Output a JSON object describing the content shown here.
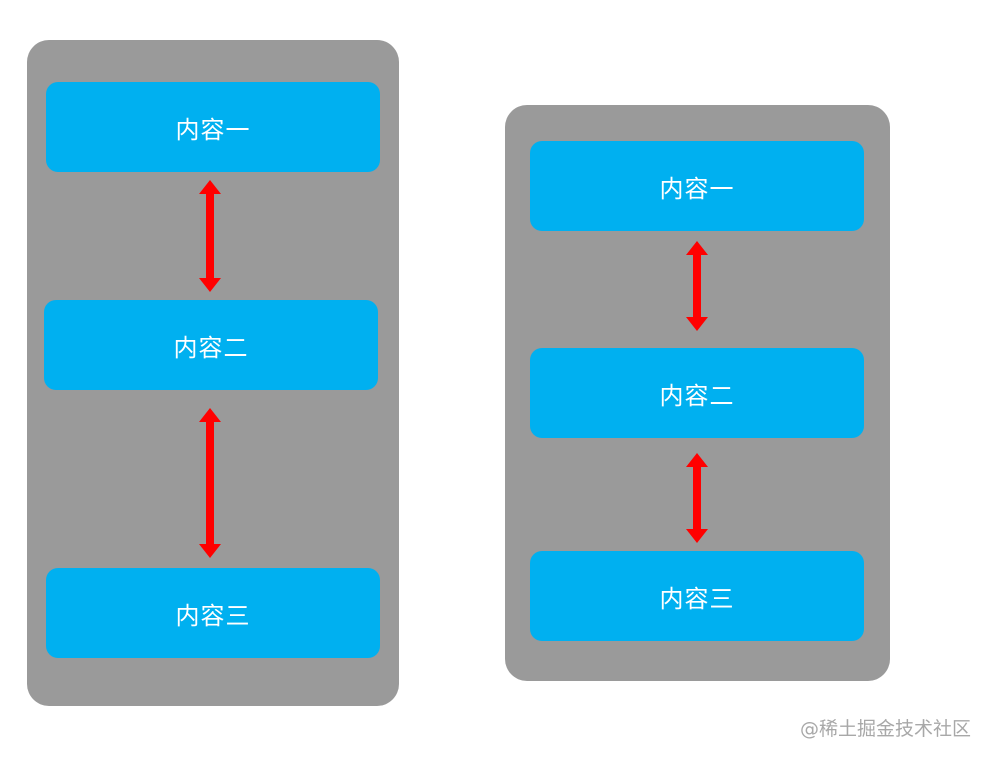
{
  "colors": {
    "panel": "#9a9a9a",
    "box": "#00b0f0",
    "box_text": "#ffffff",
    "arrow": "#ff0000",
    "watermark": "#a8a8a8"
  },
  "left_layout": {
    "items": [
      {
        "label": "内容一"
      },
      {
        "label": "内容二"
      },
      {
        "label": "内容三"
      }
    ]
  },
  "right_layout": {
    "items": [
      {
        "label": "内容一"
      },
      {
        "label": "内容二"
      },
      {
        "label": "内容三"
      }
    ]
  },
  "arrow_icon": "double-headed-vertical-arrow",
  "watermark": "@稀土掘金技术社区"
}
